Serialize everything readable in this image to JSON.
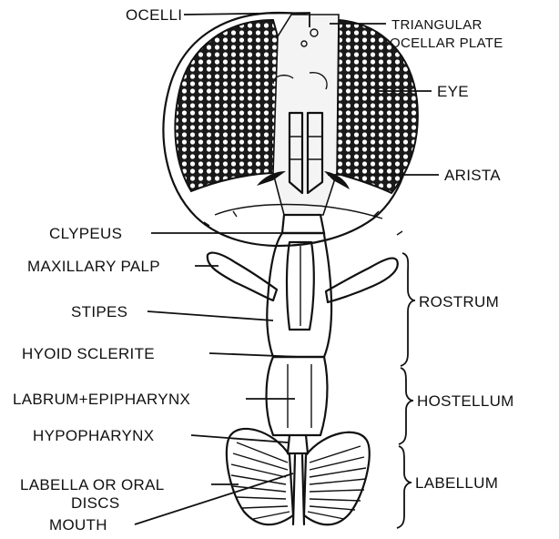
{
  "diagram": {
    "labels": {
      "ocelli": "OCELLI",
      "triangular_ocellar_plate_1": "TRIANGULAR",
      "triangular_ocellar_plate_2": "OCELLAR PLATE",
      "eye": "EYE",
      "arista": "ARISTA",
      "clypeus": "CLYPEUS",
      "maxillary_palp": "MAXILLARY PALP",
      "stipes": "STIPES",
      "hyoid_sclerite": "HYOID SCLERITE",
      "labrum_epipharynx": "LABRUM+EPIPHARYNX",
      "hypopharynx": "HYPOPHARYNX",
      "labella_1": "LABELLA OR ORAL",
      "labella_2": "DISCS",
      "mouth": "MOUTH",
      "rostrum": "ROSTRUM",
      "hostellum": "HOSTELLUM",
      "labellum": "LABELLUM"
    }
  }
}
